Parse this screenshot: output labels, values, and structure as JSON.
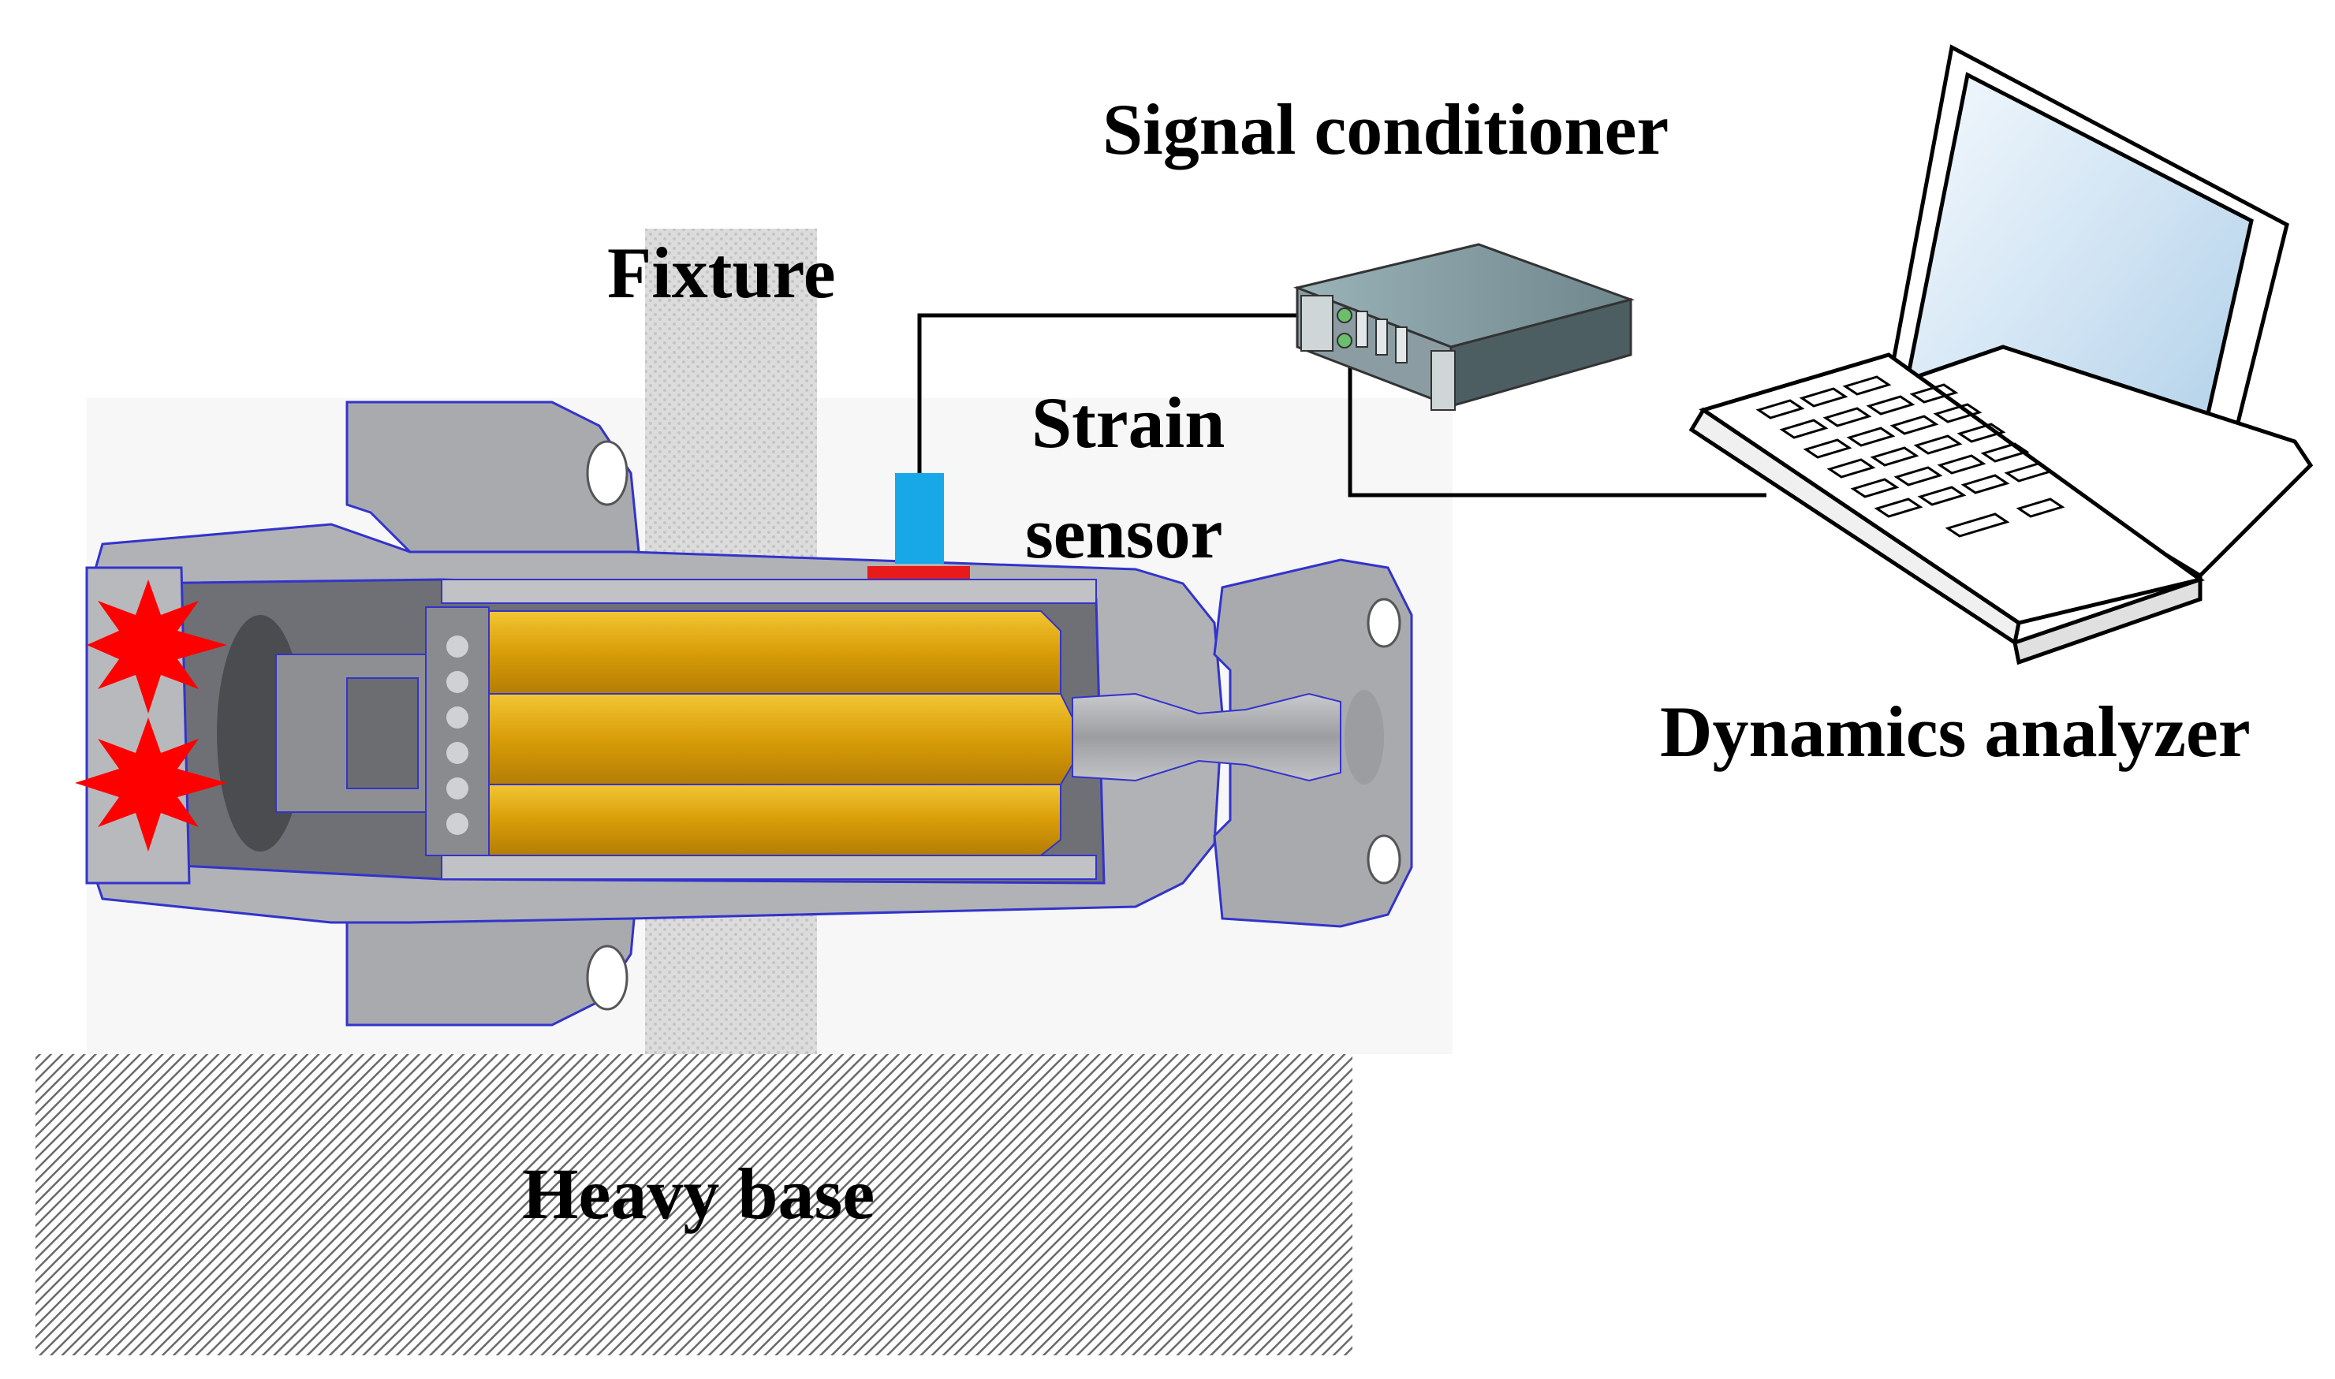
{
  "labels": {
    "signal_conditioner": "Signal conditioner",
    "fixture": "Fixture",
    "strain_sensor_line1": "Strain",
    "strain_sensor_line2": "sensor",
    "dynamics_analyzer": "Dynamics analyzer",
    "heavy_base": "Heavy base"
  },
  "colors": {
    "housing_gray": "#a9aaae",
    "housing_dark": "#6f7075",
    "core_gold": "#e1a90c",
    "sensor_blue": "#18a8e8",
    "sensor_red": "#e81a1a",
    "explosion_red": "#ff0000",
    "outline_blue": "#3333cc",
    "screen_blue": "#cfe3f3"
  },
  "icons": {
    "explosion": "explosion-star-icon",
    "laptop": "laptop-icon",
    "conditioner": "rack-unit-icon"
  }
}
